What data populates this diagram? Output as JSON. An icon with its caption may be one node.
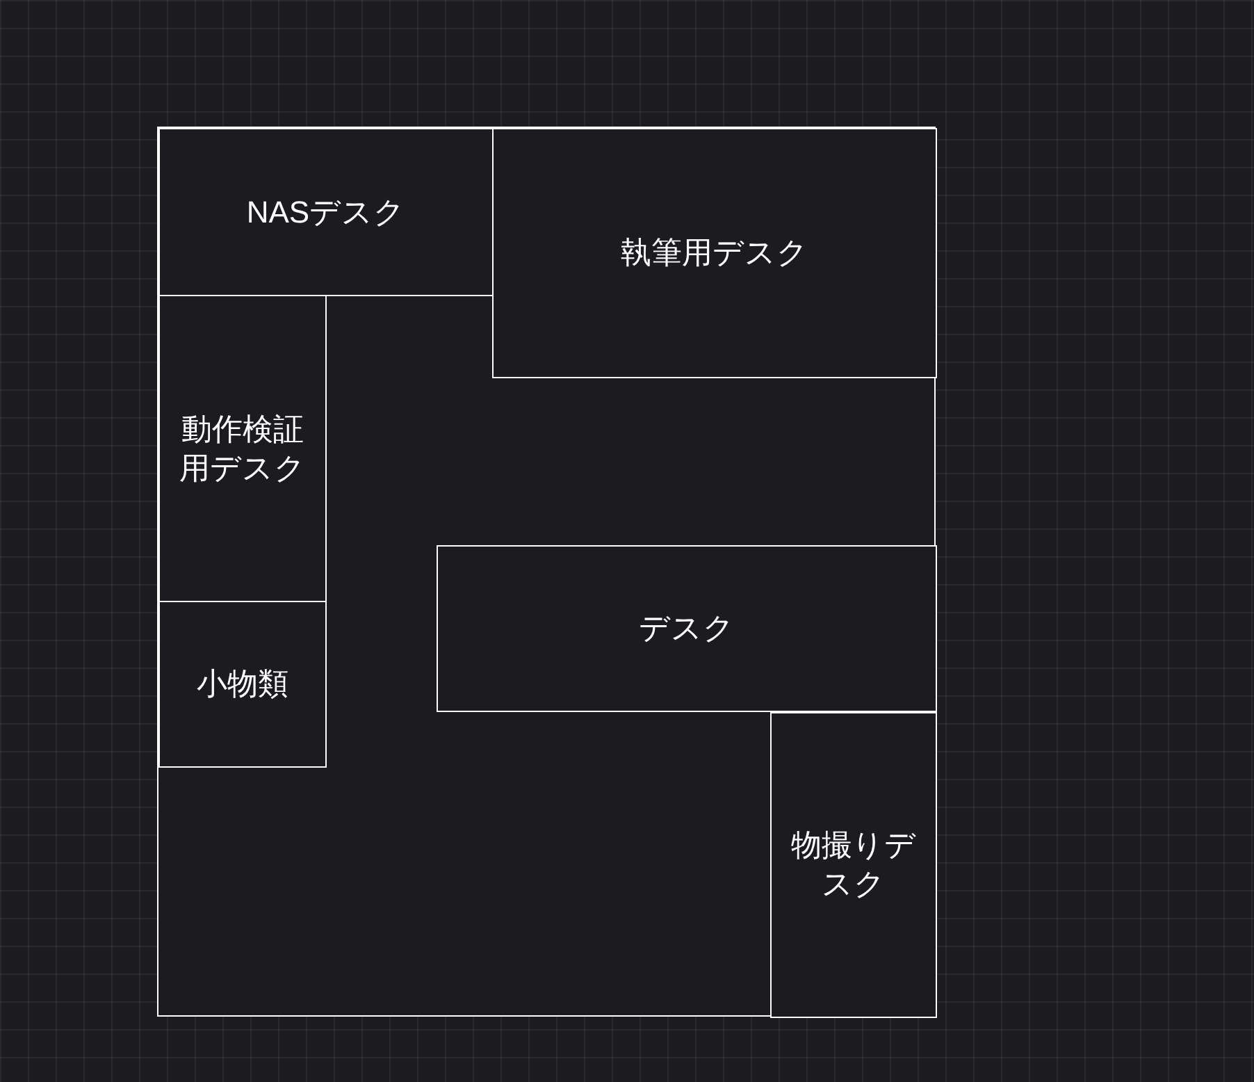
{
  "diagram": {
    "nodes": [
      {
        "text": [],
        "shape": "box"
      },
      {
        "text": [
          "NASデスク"
        ],
        "in": 0
      },
      {
        "text": [
          "執筆用デスク"
        ],
        "in": 0
      },
      {
        "text": [
          "動作検証用デスク"
        ],
        "in": 0
      },
      {
        "text": [
          "小物類"
        ],
        "in": 0
      },
      {
        "text": [
          "デスク"
        ],
        "in": 0
      },
      {
        "text": [
          "物撮りデスク"
        ],
        "in": 0
      }
    ],
    "edges": []
  }
}
